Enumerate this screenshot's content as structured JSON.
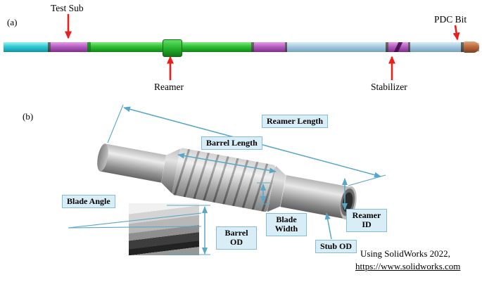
{
  "panel_a": {
    "tag": "(a)",
    "labels": {
      "test_sub": "Test Sub",
      "reamer": "Reamer",
      "stabilizer": "Stabilizer",
      "pdc_bit": "PDC Bit"
    }
  },
  "panel_b": {
    "tag": "(b)",
    "dims": {
      "reamer_length": "Reamer Length",
      "barrel_length": "Barrel Length",
      "blade_angle": "Blade Angle",
      "barrel_od": "Barrel OD",
      "blade_width": "Blade Width",
      "reamer_id": "Reamer ID",
      "stub_od": "Stub OD"
    },
    "credit": {
      "line1": "Using SolidWorks 2022,",
      "line2": "https://www.solidworks.com"
    }
  },
  "colors": {
    "dimension_accent": "#58a7c6",
    "label_box_bg": "#d9edf7",
    "label_box_border": "#84bdd5",
    "callout_arrow_red": "#e8201c",
    "segment_cyan": "#2fc9d4",
    "segment_magenta": "#b45ec2",
    "segment_green": "#2dc132",
    "segment_steel_blue": "#a5c9de",
    "pdc_bit_orange": "#bd6c3e",
    "tool_gray": "#9a9a9a"
  }
}
